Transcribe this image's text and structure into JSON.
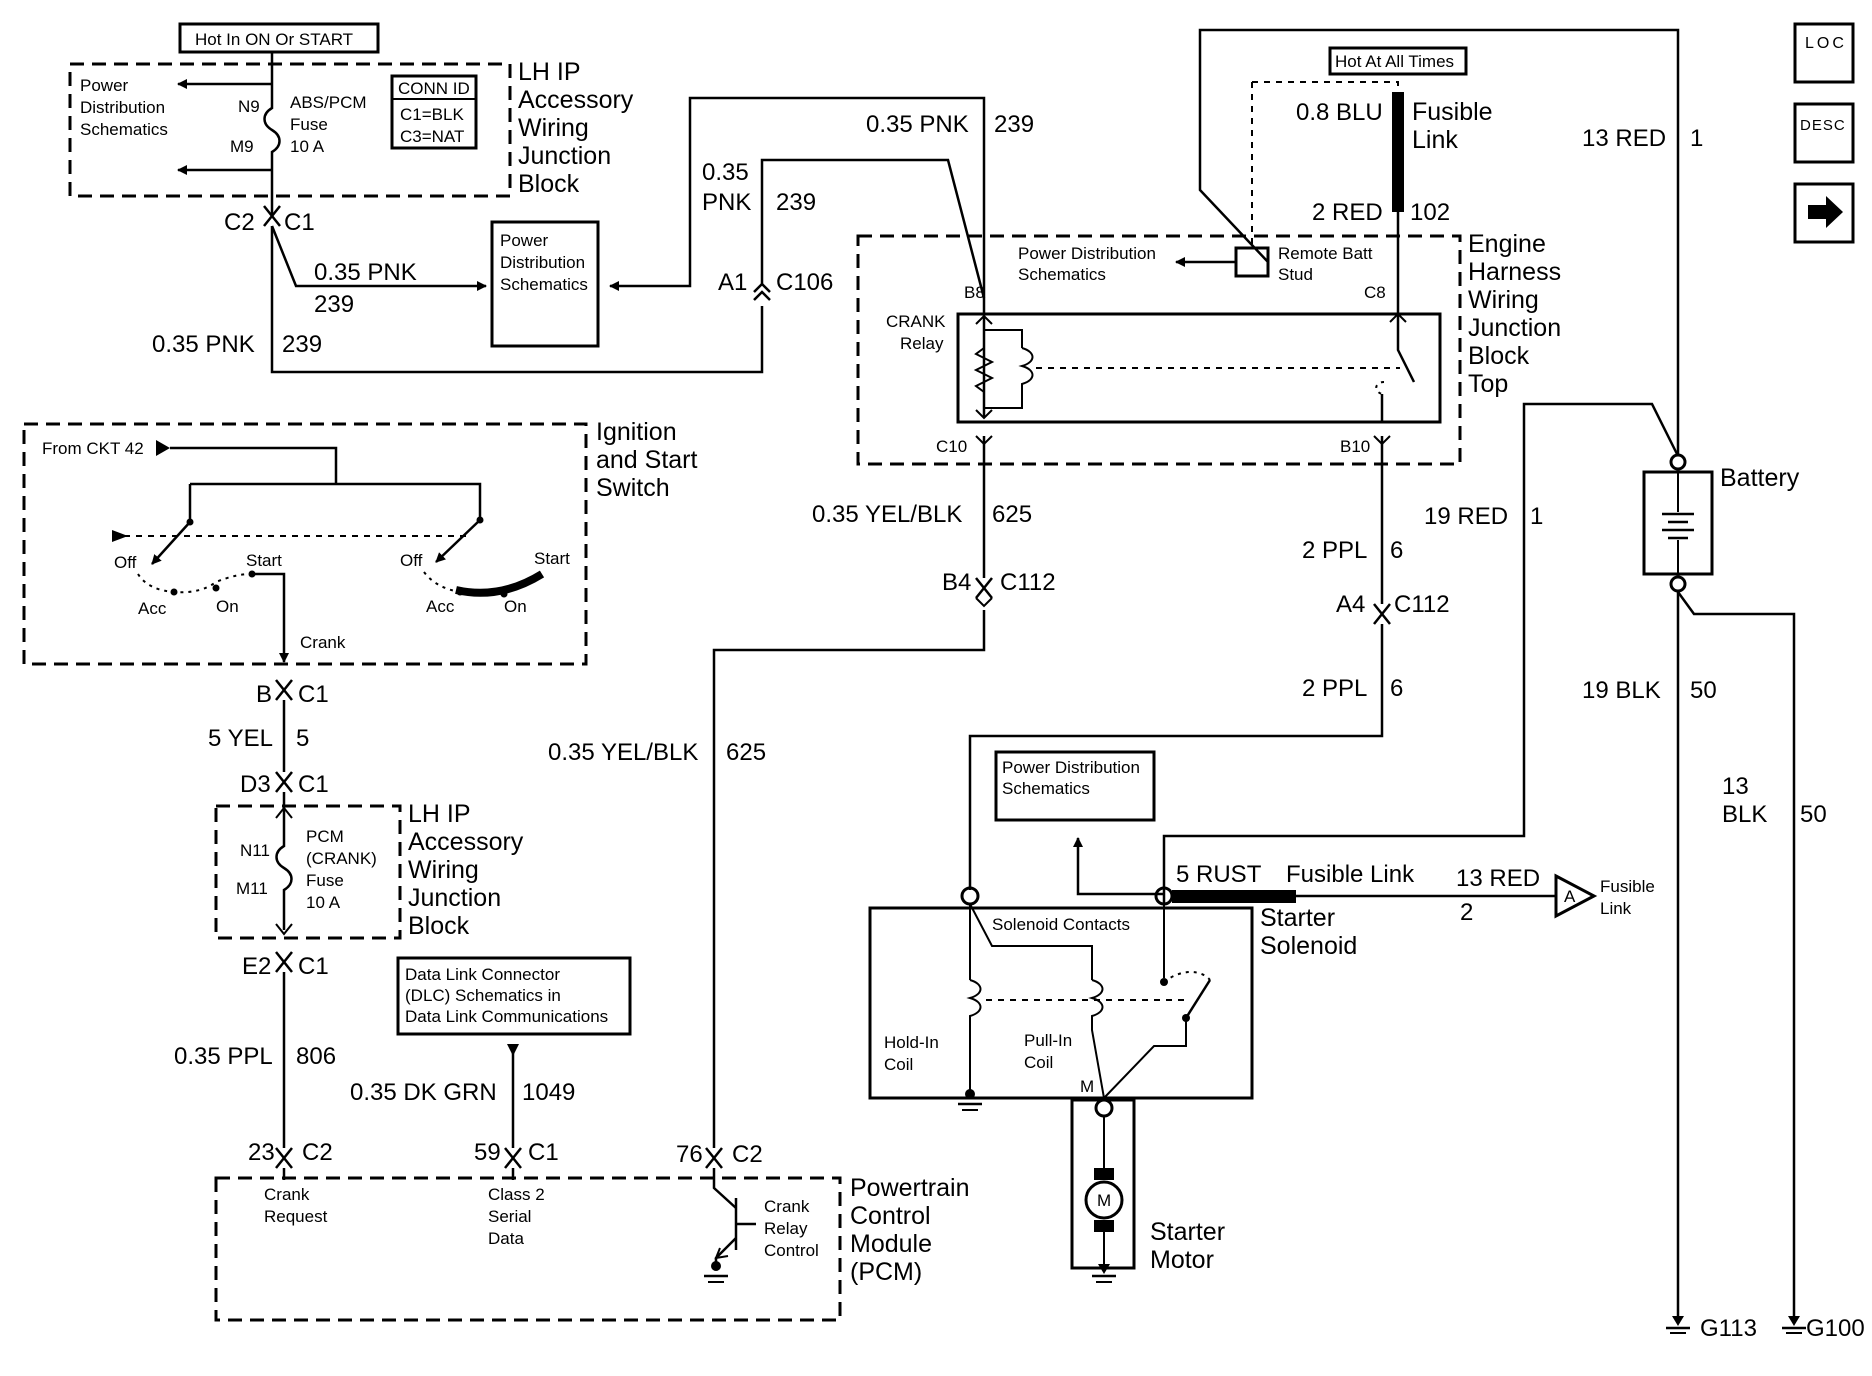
{
  "nav": {
    "loc": "LOC",
    "desc": "DESC",
    "next": "next-arrow-icon"
  },
  "labels": {
    "hot_on_start": "Hot In ON Or START",
    "hot_all_times": "Hot At All Times",
    "pd_schem_1": [
      "Power",
      "Distribution",
      "Schematics"
    ],
    "abs_fuse": [
      "ABS/PCM",
      "Fuse",
      "10 A"
    ],
    "n9": "N9",
    "m9": "M9",
    "conn_id": [
      "CONN ID",
      "C1=BLK",
      "C3=NAT"
    ],
    "lh_ip_top": [
      "LH IP",
      "Accessory",
      "Wiring",
      "Junction",
      "Block"
    ],
    "c2_top": "C2",
    "c1_top": "C1",
    "pnk_a": "0.35 PNK",
    "n239_a": "239",
    "pnk_b": "0.35 PNK",
    "n239_b": "239",
    "pd_schem_2": [
      "Power",
      "Distribution",
      "Schematics"
    ],
    "pnk_c1": "0.35",
    "pnk_c2": "PNK",
    "n239_c": "239",
    "pnk_d": "0.35 PNK",
    "n239_d": "239",
    "a1": "A1",
    "c106": "C106",
    "pd_schem_3": [
      "Power Distribution",
      "Schematics"
    ],
    "remote_batt": [
      "Remote Batt",
      "Stud"
    ],
    "b8": "B8",
    "c8": "C8",
    "crank_relay": [
      "CRANK",
      "Relay"
    ],
    "c10": "C10",
    "b10": "B10",
    "blu": "0.8 BLU",
    "fusible_link_top": [
      "Fusible",
      "Link"
    ],
    "red2": "2 RED",
    "n102": "102",
    "ehwjb": [
      "Engine",
      "Harness",
      "Wiring",
      "Junction",
      "Block",
      "Top"
    ],
    "red13": "13 RED",
    "n1_a": "1",
    "battery": "Battery",
    "red19": "19 RED",
    "n1_b": "1",
    "ign_switch": [
      "Ignition",
      "and Start",
      "Switch"
    ],
    "from_ckt": "From CKT 42",
    "off_l": "Off",
    "start_l": "Start",
    "acc_l": "Acc",
    "on_l": "On",
    "off_r": "Off",
    "start_r": "Start",
    "acc_r": "Acc",
    "on_r": "On",
    "crank": "Crank",
    "yb_a": "0.35 YEL/BLK",
    "n625_a": "625",
    "b4": "B4",
    "c112_a": "C112",
    "ppl_a": "2 PPL",
    "n6_a": "6",
    "a4": "A4",
    "c112_b": "C112",
    "ppl_b": "2 PPL",
    "n6_b": "6",
    "blk19": "19 BLK",
    "n50_a": "50",
    "blk13": [
      "13",
      "BLK"
    ],
    "n50_b": "50",
    "b_pin": "B",
    "c1_b": "C1",
    "yel5": "5 YEL",
    "n5": "5",
    "d3": "D3",
    "c1_d3": "C1",
    "yb_b": "0.35 YEL/BLK",
    "n625_b": "625",
    "pcm_fuse": [
      "PCM",
      "(CRANK)",
      "Fuse",
      "10 A"
    ],
    "n11": "N11",
    "m11": "M11",
    "lh_ip_low": [
      "LH IP",
      "Accessory",
      "Wiring",
      "Junction",
      "Block"
    ],
    "e2": "E2",
    "c1_e2": "C1",
    "pd_schem_4": [
      "Power Distribution",
      "Schematics"
    ],
    "rust": "5 RUST",
    "fusible_link_mid": "Fusible Link",
    "red13b": "13 RED",
    "n2": "2",
    "a_ref": "A",
    "fusible_link_ref": [
      "Fusible",
      "Link"
    ],
    "solenoid_contacts": "Solenoid Contacts",
    "starter_solenoid": [
      "Starter",
      "Solenoid"
    ],
    "holdin": [
      "Hold-In",
      "Coil"
    ],
    "pullin": [
      "Pull-In",
      "Coil"
    ],
    "m_pin": "M",
    "motor_m": "M",
    "starter_motor": [
      "Starter",
      "Motor"
    ],
    "dlc": [
      "Data Link Connector",
      "(DLC) Schematics in",
      "Data Link Communications"
    ],
    "ppl035": "0.35 PPL",
    "n806": "806",
    "dkgrn": "0.35 DK GRN",
    "n1049": "1049",
    "n23": "23",
    "c2_23": "C2",
    "n59": "59",
    "c1_59": "C1",
    "n76": "76",
    "c2_76": "C2",
    "crank_request": [
      "Crank",
      "Request"
    ],
    "class2": [
      "Class 2",
      "Serial",
      "Data"
    ],
    "crank_relay_ctrl": [
      "Crank",
      "Relay",
      "Control"
    ],
    "pcm": [
      "Powertrain",
      "Control",
      "Module",
      "(PCM)"
    ],
    "g113": "G113",
    "g100": "G100"
  }
}
